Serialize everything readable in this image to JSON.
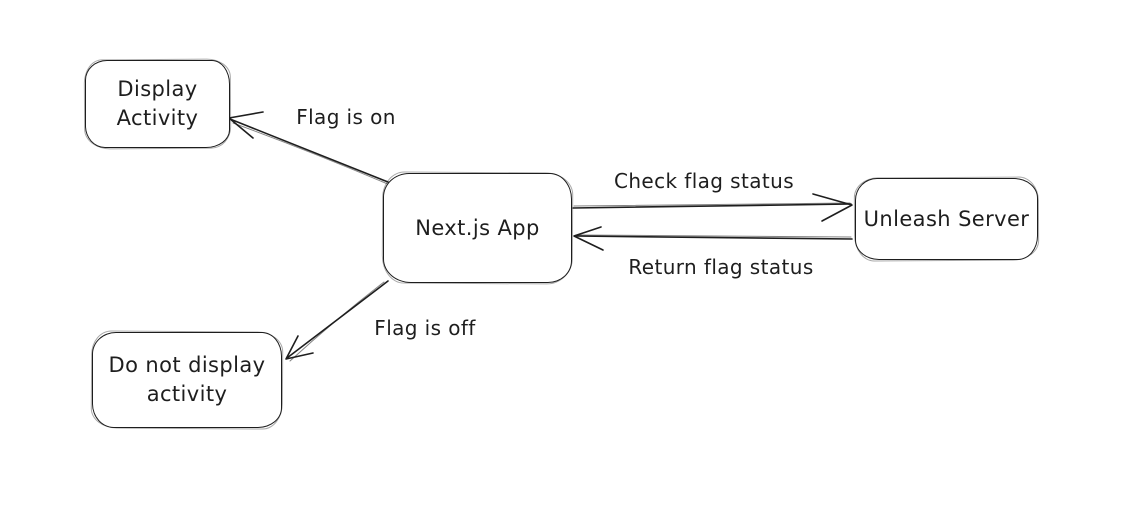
{
  "diagram": {
    "background_color": "#ffffff",
    "stroke_color": "#1e1e1e",
    "nodes": [
      {
        "id": "display-activity",
        "lines": [
          "Display",
          "Activity"
        ]
      },
      {
        "id": "nextjs-app",
        "lines": [
          "Next.js App"
        ]
      },
      {
        "id": "unleash-server",
        "lines": [
          "Unleash Server"
        ]
      },
      {
        "id": "do-not-display-activity",
        "lines": [
          "Do not display",
          "activity"
        ]
      }
    ],
    "edges": [
      {
        "id": "flag-is-on",
        "label": "Flag is on",
        "from": "nextjs-app",
        "to": "display-activity"
      },
      {
        "id": "check-flag-status",
        "label": "Check flag status",
        "from": "nextjs-app",
        "to": "unleash-server"
      },
      {
        "id": "return-flag-status",
        "label": "Return flag status",
        "from": "unleash-server",
        "to": "nextjs-app"
      },
      {
        "id": "flag-is-off",
        "label": "Flag is off",
        "from": "nextjs-app",
        "to": "do-not-display-activity"
      }
    ]
  }
}
